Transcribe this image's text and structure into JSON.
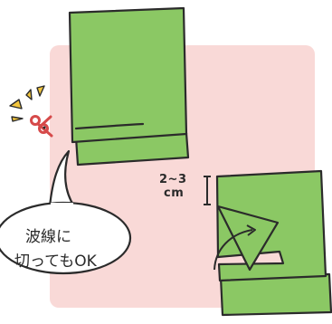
{
  "colors": {
    "background_panel": "#f9d9d7",
    "paper_fill": "#8bc864",
    "paper_stroke": "#2b2b2b",
    "scissors_red": "#d64a4a",
    "spark_yellow": "#f2c53d",
    "text": "#2a2a2a"
  },
  "icons": {
    "scissors": "scissors-icon",
    "sparks": "spark-icon"
  },
  "dimension": {
    "line1": "2~3",
    "line2": "cm"
  },
  "speech_bubble": {
    "line1": "波線に",
    "line2": "切ってもOK"
  }
}
